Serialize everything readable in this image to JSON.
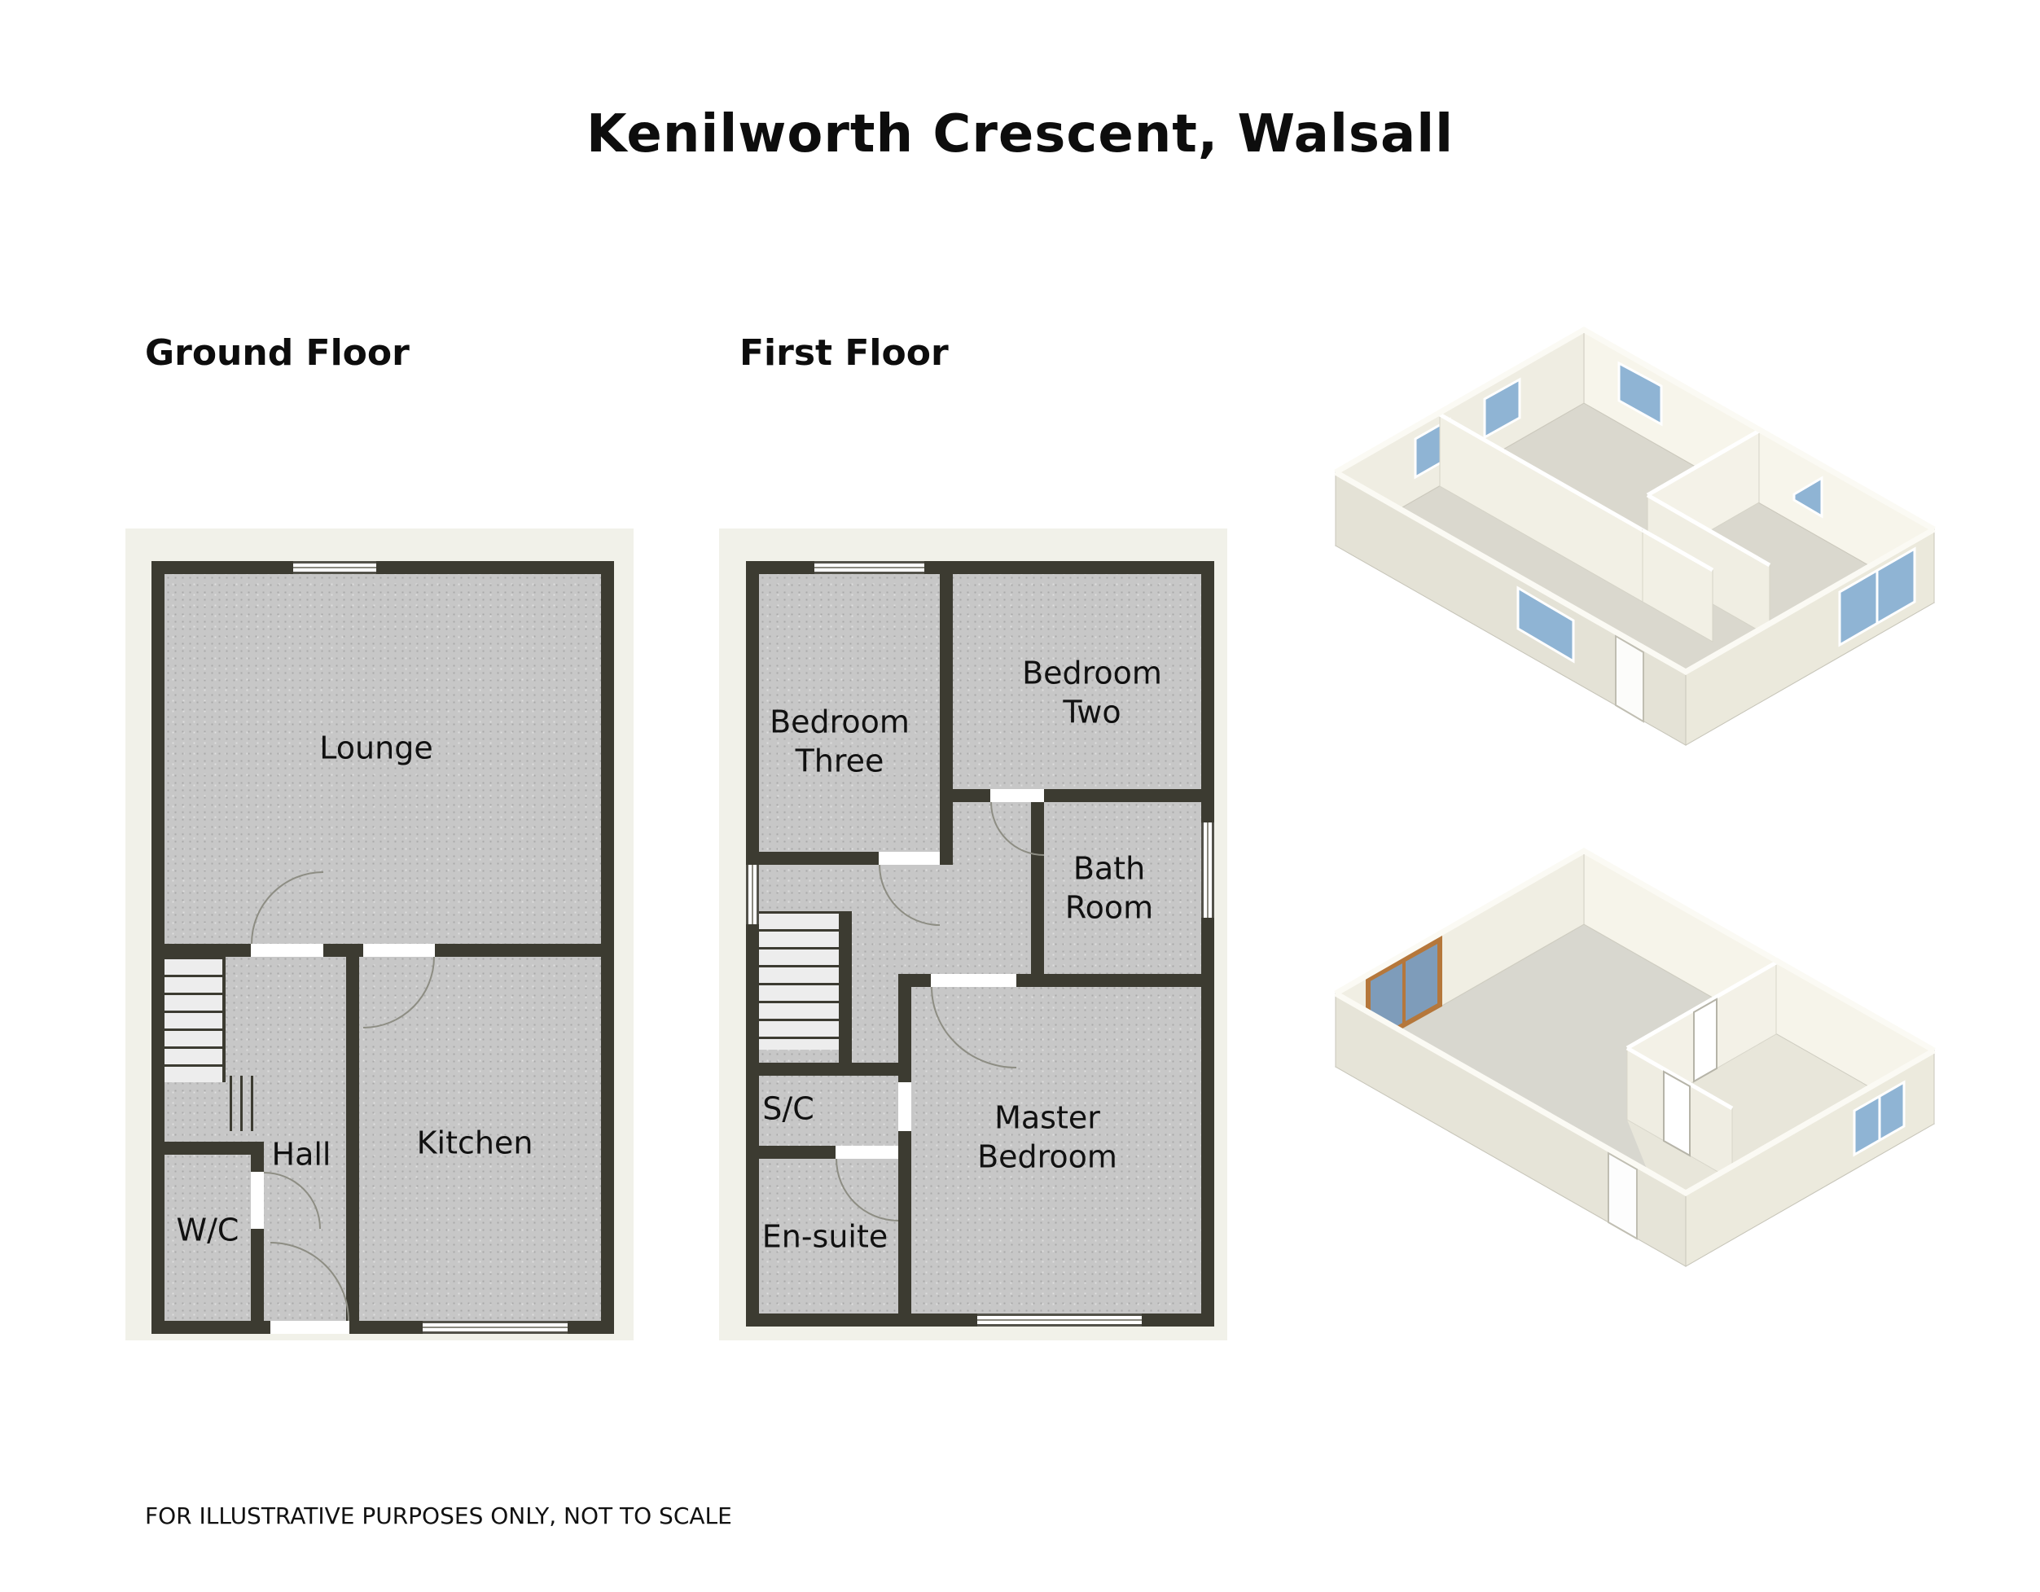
{
  "title": "Kenilworth Crescent, Walsall",
  "footer": {
    "disclaimer": "FOR ILLUSTRATIVE PURPOSES ONLY, NOT TO SCALE"
  },
  "ground_floor": {
    "label": "Ground Floor",
    "rooms": {
      "lounge": "Lounge",
      "hall": "Hall",
      "kitchen": "Kitchen",
      "wc": "W/C"
    }
  },
  "first_floor": {
    "label": "First Floor",
    "rooms": {
      "bedroom_three": "Bedroom Three",
      "bedroom_two": "Bedroom Two",
      "bathroom": "Bath Room",
      "sc": "S/C",
      "master_bedroom": "Master Bedroom",
      "ensuite": "En-suite"
    }
  },
  "colors": {
    "wall": "#3c3b31",
    "floor_fill": "#c7c7c7",
    "plan_panel": "#f1f1e9",
    "window_glass_3d": "#8fb4d4",
    "patio_door_frame": "#b5773b"
  }
}
